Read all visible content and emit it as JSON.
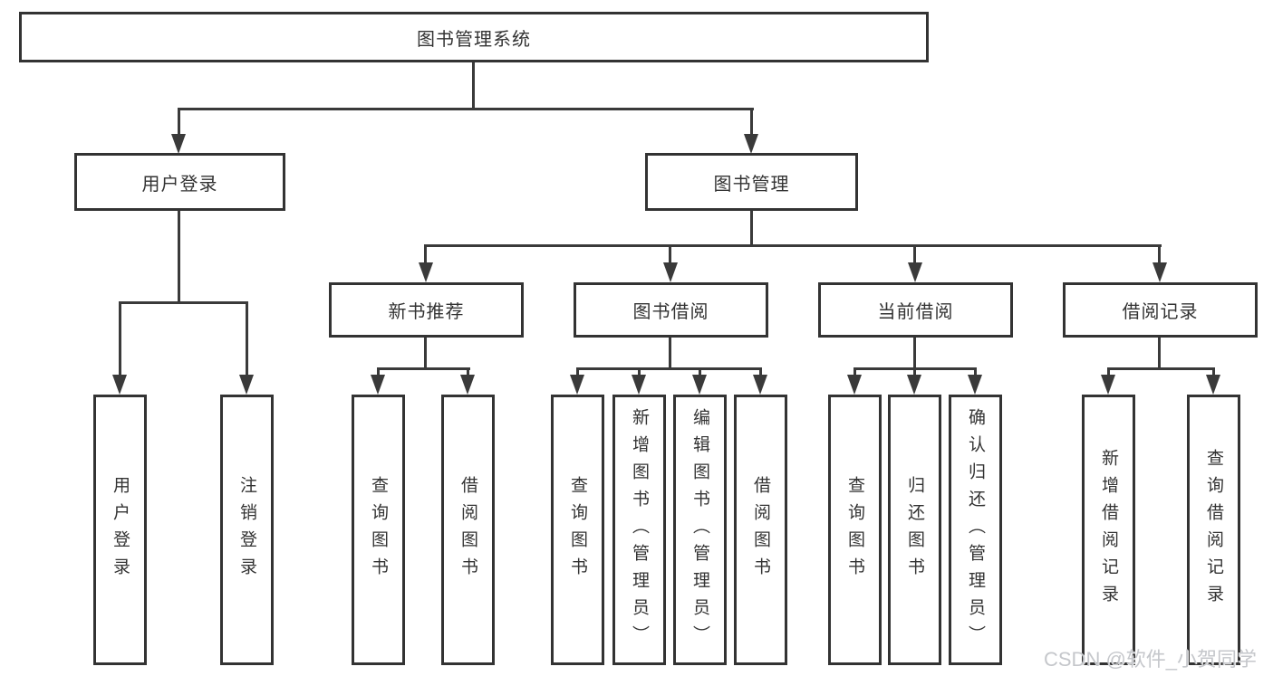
{
  "root": {
    "label": "图书管理系统"
  },
  "level2": [
    {
      "label": "用户登录"
    },
    {
      "label": "图书管理"
    }
  ],
  "level3": [
    {
      "label": "新书推荐"
    },
    {
      "label": "图书借阅"
    },
    {
      "label": "当前借阅"
    },
    {
      "label": "借阅记录"
    }
  ],
  "leaves": {
    "user_login": [
      {
        "label": "用户登录"
      },
      {
        "label": "注销登录"
      }
    ],
    "new_book_recommend": [
      {
        "label": "查询图书"
      },
      {
        "label": "借阅图书"
      }
    ],
    "book_borrowing": [
      {
        "label": "查询图书"
      },
      {
        "label": "新增图书（管理员）"
      },
      {
        "label": "编辑图书（管理员）"
      },
      {
        "label": "借阅图书"
      }
    ],
    "current_borrowing": [
      {
        "label": "查询图书"
      },
      {
        "label": "归还图书"
      },
      {
        "label": "确认归还（管理员）"
      }
    ],
    "borrowing_records": [
      {
        "label": "新增借阅记录"
      },
      {
        "label": "查询借阅记录"
      }
    ]
  },
  "watermark": {
    "text": "CSDN @软件_小贺同学"
  },
  "colors": {
    "line": "#3a3a3a",
    "border": "#333333",
    "text": "#333333",
    "background": "#ffffff",
    "watermark": "#c5c7cb"
  }
}
